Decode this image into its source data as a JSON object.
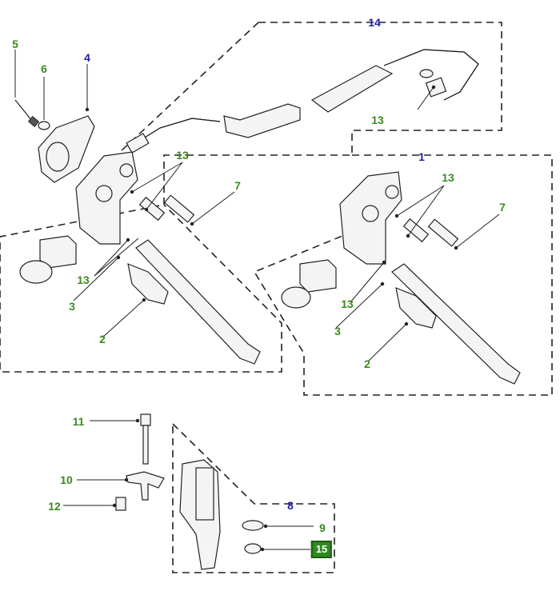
{
  "colors": {
    "callout_green": "#3c8a1e",
    "callout_blue": "#1f1fa8",
    "badge_bg": "#2e8b1e"
  },
  "callouts": {
    "c5": "5",
    "c6": "6",
    "c4": "4",
    "c14": "14",
    "c13_top_right": "13",
    "c13_group_a_upper": "13",
    "c7_group_a": "7",
    "c13_group_a_lower": "13",
    "c3_group_a": "3",
    "c2_group_a": "2",
    "c1": "1",
    "c13_group_b_upper": "13",
    "c7_group_b": "7",
    "c13_group_b_lower": "13",
    "c3_group_b": "3",
    "c2_group_b": "2",
    "c11": "11",
    "c10": "10",
    "c12": "12",
    "c8": "8",
    "c9": "9",
    "c15": "15"
  }
}
